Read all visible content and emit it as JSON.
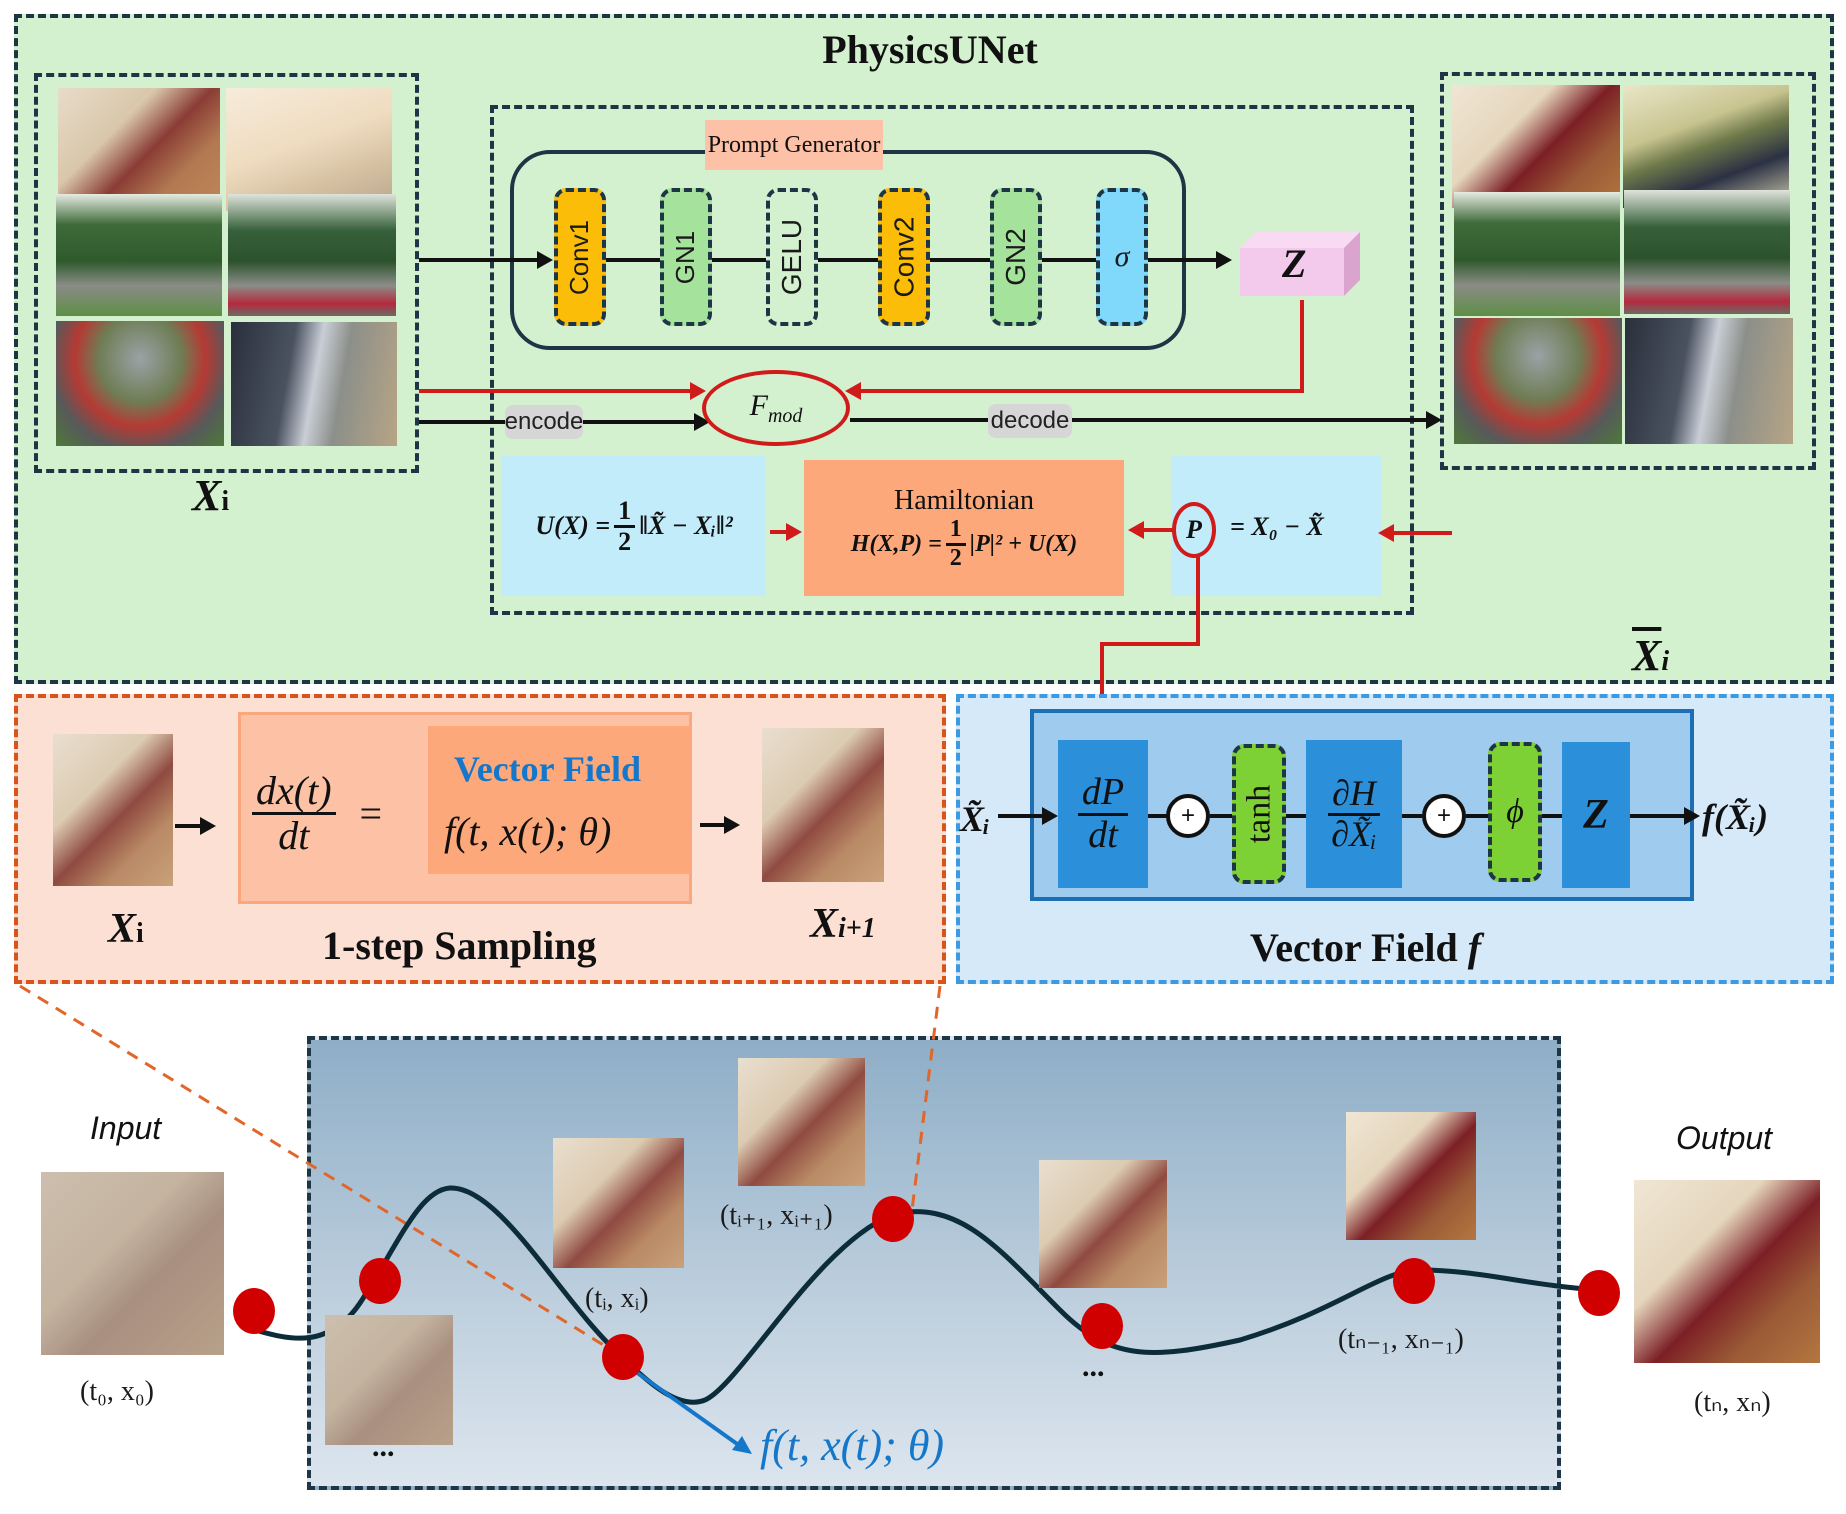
{
  "physics_unet": {
    "title": "PhysicsUNet",
    "input_label": "X",
    "input_label_sub": "i",
    "output_label": "X",
    "output_label_sub": "i",
    "input_images": [
      "hazy-room",
      "hazy-bedroom",
      "park-road",
      "street-car",
      "model-train",
      "parked-cars"
    ],
    "output_images": [
      "restored-room",
      "restored-bedroom",
      "park-road",
      "street-car",
      "model-train",
      "parked-cars"
    ],
    "prompt_generator": {
      "title": "Prompt Generator",
      "blocks": [
        {
          "label": "Conv1",
          "color": "#fbbd08"
        },
        {
          "label": "GN1",
          "color": "#a5e29b"
        },
        {
          "label": "GELU",
          "color": "#d3f1cf"
        },
        {
          "label": "Conv2",
          "color": "#fbbd08"
        },
        {
          "label": "GN2",
          "color": "#a5e29b"
        },
        {
          "label": "σ",
          "color": "#80d8fb"
        }
      ],
      "output": "Z"
    },
    "fmod": {
      "label": "F",
      "sub": "mod"
    },
    "encode_label": "encode",
    "decode_label": "decode",
    "potential": {
      "lhs": "U(X) =",
      "num": "1",
      "den": "2",
      "rhs": "‖X̃ − Xᵢ‖²"
    },
    "hamiltonian": {
      "title": "Hamiltonian",
      "lhs": "H(X,P) =",
      "num": "1",
      "den": "2",
      "rhs": "|P|² + U(X)"
    },
    "momentum": {
      "symbol": "P",
      "rhs": "= X₀ − X̃"
    }
  },
  "sampling": {
    "title": "1-step Sampling",
    "input_label": "X",
    "input_sub": "i",
    "output_label": "X",
    "output_sub": "i+1",
    "vf_title": "Vector Field",
    "ode_num": "dx(t)",
    "ode_den": "dt",
    "ode_eq": "=",
    "ode_rhs": "f(t, x(t); θ)"
  },
  "vector_field": {
    "title": "Vector Field",
    "title_symbol": "f",
    "input": "X̃ᵢ",
    "output": "f(X̃ᵢ)",
    "dp_num": "dP",
    "dp_den": "dt",
    "plus": "+",
    "tanh": "tanh",
    "dh_num": "∂H",
    "dh_den": "∂X̃ᵢ",
    "phi": "ϕ",
    "z": "Z",
    "colors": {
      "block": "#2b8fd9",
      "inner": "#9fcbee",
      "outer": "#d6e9f8",
      "green": "#7ed134"
    }
  },
  "trajectory": {
    "input_title": "Input",
    "output_title": "Output",
    "points": [
      {
        "label": "(t₀, x₀)"
      },
      {
        "label": "(tᵢ, xᵢ)"
      },
      {
        "label": "(tᵢ₊₁, xᵢ₊₁)"
      },
      {
        "label": "(tₙ₋₁, xₙ₋₁)"
      },
      {
        "label": "(tₙ, xₙ)"
      }
    ],
    "ellipsis": "...",
    "vector_label": "f(t, x(t); θ)"
  }
}
